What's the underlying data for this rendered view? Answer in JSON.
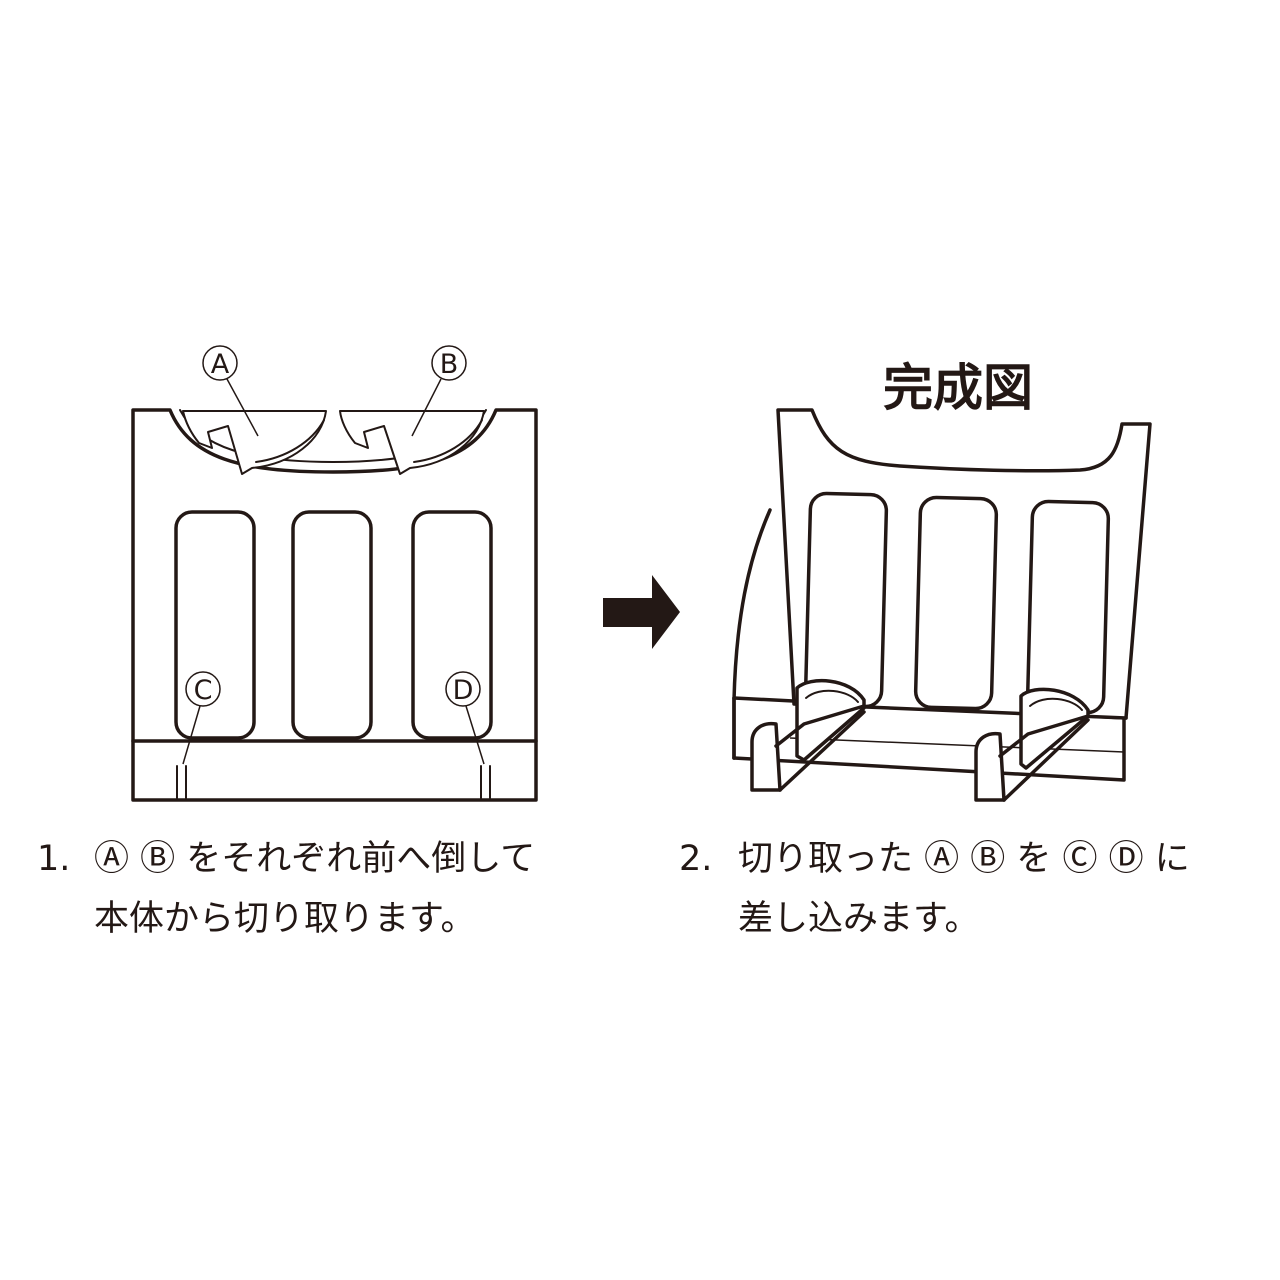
{
  "finished_title": "完成図",
  "callouts": {
    "a": "A",
    "b": "B",
    "c": "C",
    "d": "D"
  },
  "steps": [
    {
      "number": "1.",
      "line1": "Ⓐ Ⓑ をそれぞれ前へ倒して",
      "line2": "本体から切り取ります。"
    },
    {
      "number": "2.",
      "line1": "切り取った Ⓐ Ⓑ を Ⓒ Ⓓ に",
      "line2": "差し込みます。"
    }
  ],
  "colors": {
    "ink": "#231815",
    "background": "#ffffff"
  }
}
